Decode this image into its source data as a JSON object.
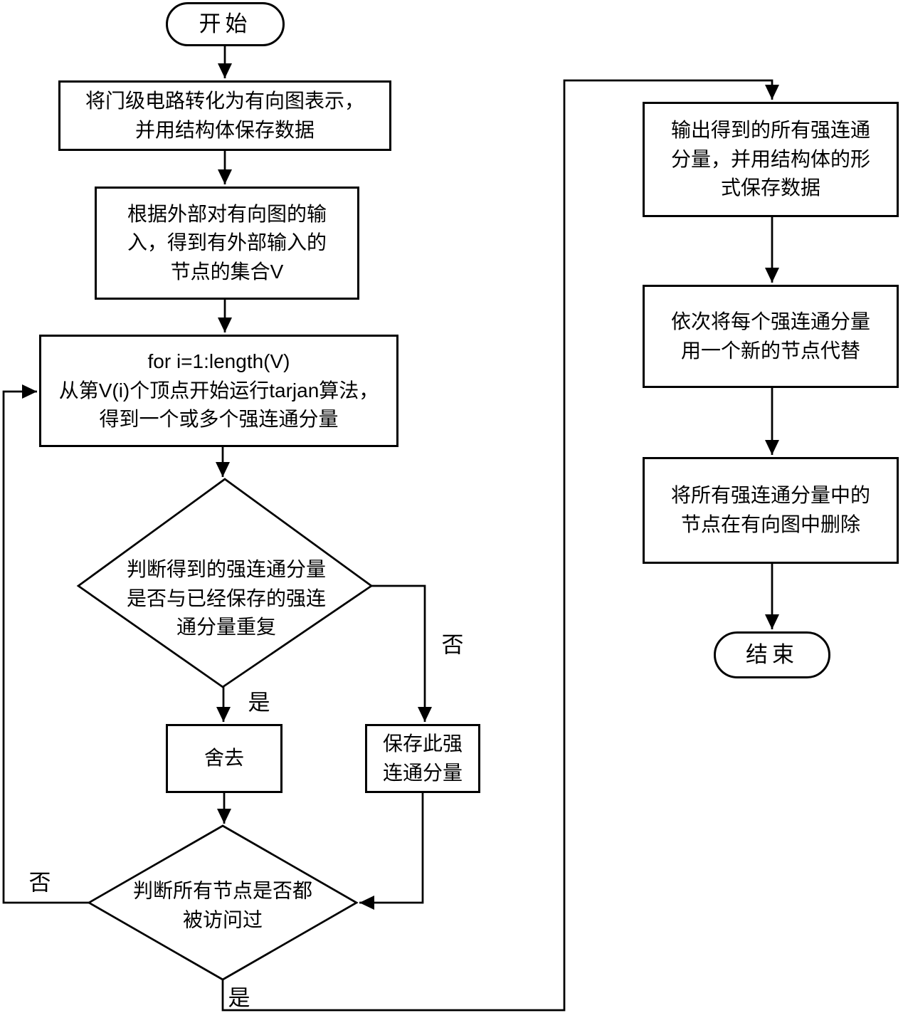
{
  "diagram_type": "flowchart",
  "colors": {
    "stroke": "#000000",
    "background": "#ffffff"
  },
  "nodes": {
    "start": {
      "type": "terminal",
      "label": "开始"
    },
    "convert": {
      "type": "process",
      "label": "将门级电路转化为有向图表示，\n并用结构体保存数据"
    },
    "input_set": {
      "type": "process",
      "label": "根据外部对有向图的输\n入，得到有外部输入的\n节点的集合V"
    },
    "tarjan": {
      "type": "process",
      "label": "for i=1:length(V)\n从第V(i)个顶点开始运行tarjan算法，\n得到一个或多个强连通分量"
    },
    "dup_check": {
      "type": "decision",
      "label": "判断得到的强连通分量\n是否与已经保存的强连\n通分量重复"
    },
    "discard": {
      "type": "process",
      "label": "舍去"
    },
    "save": {
      "type": "process",
      "label": "保存此强\n连通分量"
    },
    "visited_check": {
      "type": "decision",
      "label": "判断所有节点是否都\n被访问过"
    },
    "output": {
      "type": "process",
      "label": "输出得到的所有强连通\n分量，并用结构体的形\n式保存数据"
    },
    "replace": {
      "type": "process",
      "label": "依次将每个强连通分量\n用一个新的节点代替"
    },
    "remove": {
      "type": "process",
      "label": "将所有强连通分量中的\n节点在有向图中删除"
    },
    "end": {
      "type": "terminal",
      "label": "结束"
    }
  },
  "edge_labels": {
    "dup_yes": "是",
    "dup_no": "否",
    "visited_no": "否",
    "visited_yes": "是"
  }
}
